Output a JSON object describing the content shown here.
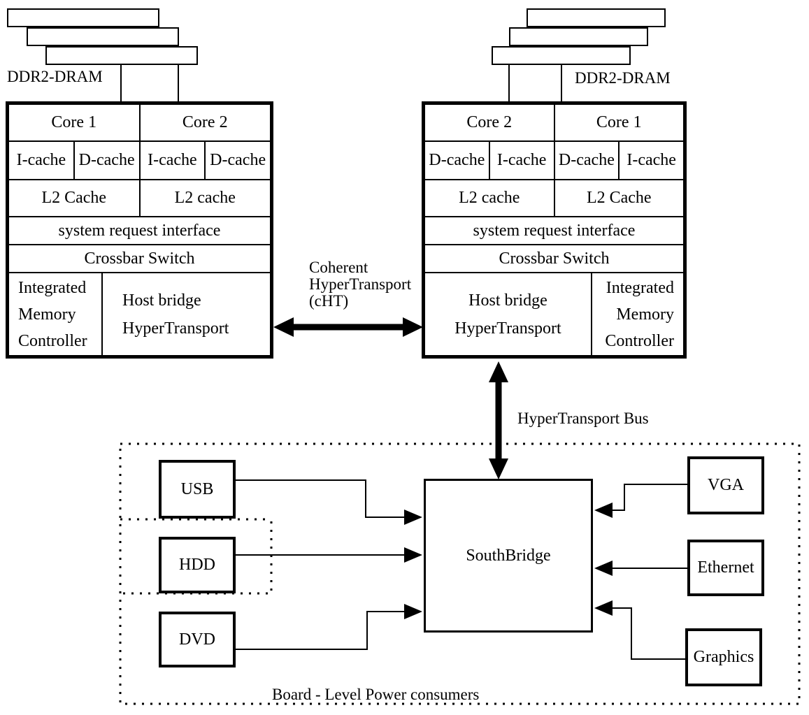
{
  "labels": {
    "ddr2_left": "DDR2-DRAM",
    "ddr2_right": "DDR2-DRAM",
    "cht": [
      "Coherent",
      "HyperTransport",
      "(cHT)"
    ],
    "ht_bus": "HyperTransport Bus",
    "board": "Board - Level Power consumers"
  },
  "cpu_left": {
    "cores": [
      "Core 1",
      "Core 2"
    ],
    "caches": [
      "I-cache",
      "D-cache",
      "I-cache",
      "D-cache"
    ],
    "l2": [
      "L2 Cache",
      "L2 cache"
    ],
    "sri": "system request interface",
    "crossbar": "Crossbar Switch",
    "imc": [
      "Integrated",
      "Memory",
      "Controller"
    ],
    "host": [
      "Host bridge",
      "HyperTransport"
    ]
  },
  "cpu_right": {
    "cores": [
      "Core 2",
      "Core 1"
    ],
    "caches": [
      "D-cache",
      "I-cache",
      "D-cache",
      "I-cache"
    ],
    "l2": [
      "L2 cache",
      "L2 Cache"
    ],
    "sri": "system request interface",
    "crossbar": "Crossbar Switch",
    "imc": [
      "Integrated",
      "Memory",
      "Controller"
    ],
    "host": [
      "Host bridge",
      "HyperTransport"
    ]
  },
  "southbridge": {
    "label": "SouthBridge"
  },
  "peripherals": {
    "usb": "USB",
    "hdd": "HDD",
    "dvd": "DVD",
    "vga": "VGA",
    "ethernet": "Ethernet",
    "graphics": "Graphics"
  },
  "colors": {
    "ink": "#000000",
    "background": "#ffffff"
  }
}
